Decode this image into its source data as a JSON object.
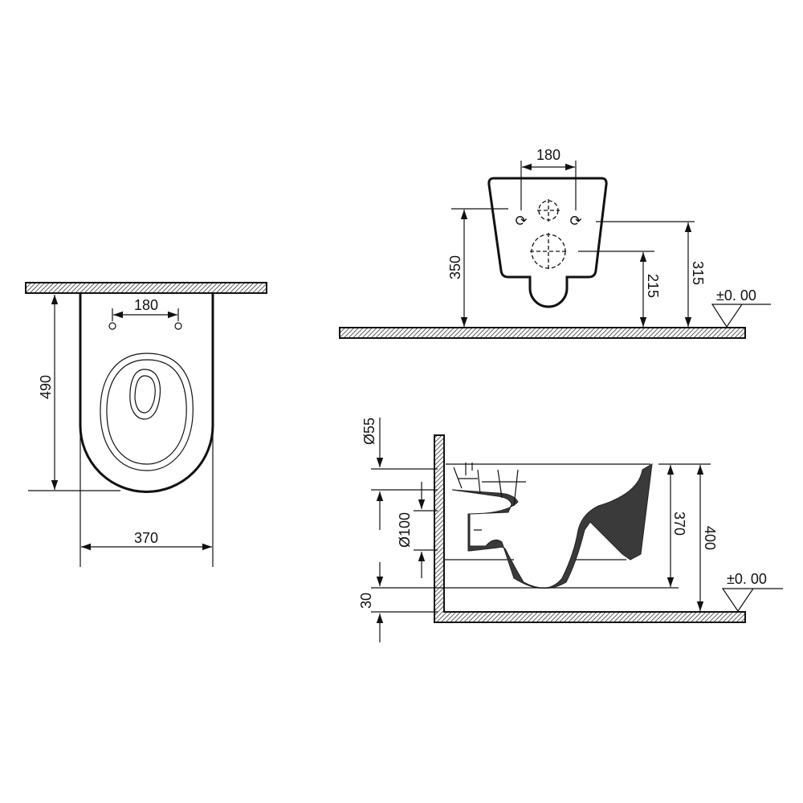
{
  "top_view": {
    "seat_hole_spacing": "180",
    "depth": "490",
    "width": "370"
  },
  "rear_view": {
    "hole_spacing": "180",
    "height_upper_holes": "350",
    "height_outlet": "215",
    "height_supply": "315",
    "level_mark": "±0. 00"
  },
  "side_view": {
    "inlet_diameter": "Ø55",
    "outlet_diameter": "Ø100",
    "bowl_height": "370",
    "rim_height": "400",
    "floor_gap": "30",
    "level_mark": "±0. 00"
  },
  "colors": {
    "line": "#111111",
    "background": "#ffffff"
  }
}
